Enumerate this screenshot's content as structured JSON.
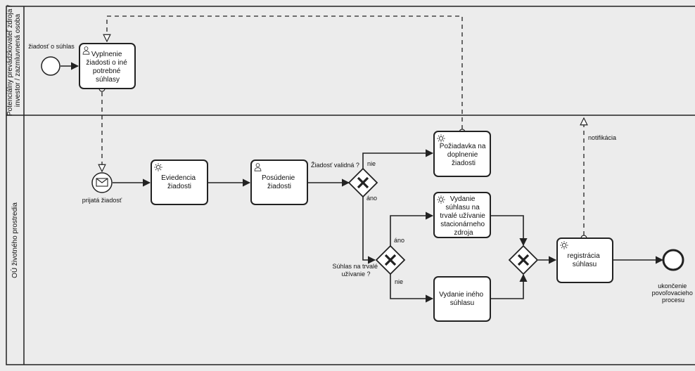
{
  "lanes": {
    "top": "Potenciálny prevádzkovateľ zdroja / investor / zazmluvnená osoba",
    "bottom": "OÚ životného prostredia"
  },
  "events": {
    "start": "žiadosť o súhlas",
    "received": "prijatá žiadosť",
    "end": [
      "ukončenie",
      "povoľovacieho",
      "procesu"
    ]
  },
  "tasks": {
    "fill_request": [
      "Vyplnenie",
      "žiadosti o iné",
      "potrebné",
      "súhlasy"
    ],
    "registration": [
      "Eviedencia",
      "žiadosti"
    ],
    "assessment": [
      "Posúdenie",
      "žiadosti"
    ],
    "completion_request": [
      "Požiadavka na",
      "doplnenie",
      "žiadosti"
    ],
    "permanent_consent": [
      "Vydanie",
      "súhlasu na",
      "trvalé užívanie",
      "stacionárneho",
      "zdroja"
    ],
    "other_consent": [
      "Vydanie iného",
      "súhlasu"
    ],
    "consent_registration": [
      "registrácia",
      "súhlasu"
    ]
  },
  "gateways": {
    "valid_question": "Žiadosť validná ?",
    "valid_no": "nie",
    "valid_yes": "áno",
    "permanent_question": [
      "Súhlas na trvalé",
      "užívanie ?"
    ],
    "permanent_yes": "áno",
    "permanent_no": "nie"
  },
  "flows": {
    "notification": "notifikácia"
  },
  "colors": {
    "background": "#ececec",
    "stroke": "#222222",
    "task_fill": "#ffffff"
  }
}
